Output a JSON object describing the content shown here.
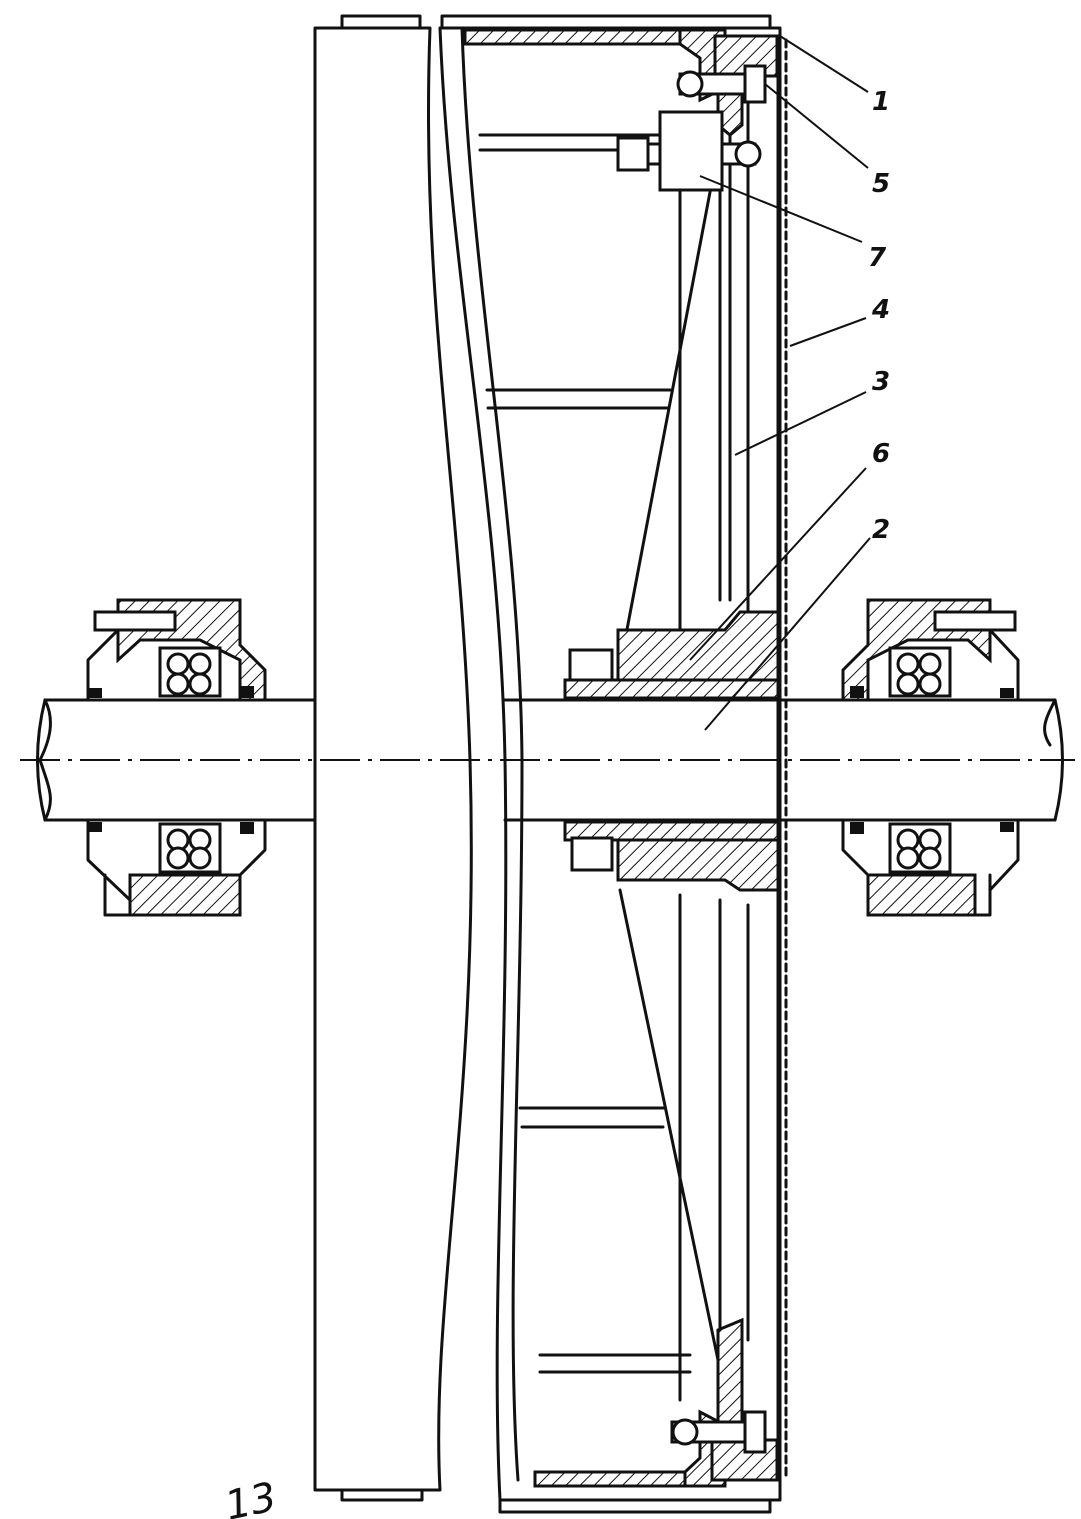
{
  "callouts": {
    "c1": "1",
    "c5": "5",
    "c7": "7",
    "c4": "4",
    "c3": "3",
    "c6": "6",
    "c2": "2"
  },
  "figure_number": "13"
}
